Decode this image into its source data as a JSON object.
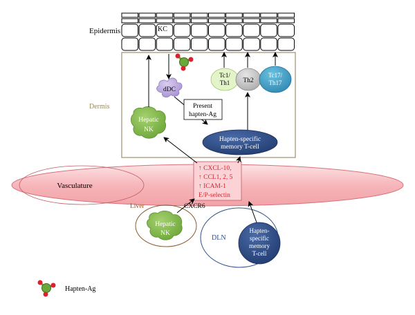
{
  "labels": {
    "epidermis": "Epidermis",
    "kc": "KC",
    "dermis": "Dermis",
    "ddc": "dDC",
    "present_line1": "Present",
    "present_line2": "hapten-Ag",
    "tc1_line1": "Tc1/",
    "tc1_line2": "Th1",
    "th2": "Th2",
    "tc17_line1": "Tc17/",
    "tc17_line2": "Th17",
    "hepatic_nk_line1": "Hepatic",
    "hepatic_nk_line2": "NK",
    "memory_line1": "Hapten-specific",
    "memory_line2": "memory T-cell",
    "vasculature": "Vasculature",
    "chemokine_1": "↑ CXCL-10,",
    "chemokine_2": "↑ CCL1, 2, 5",
    "chemokine_3": "↑ ICAM-1",
    "chemokine_4": "E/P-selectin",
    "liver": "Liver",
    "cxcr6": "CXCR6",
    "liver_nk_line1": "Hepatic",
    "liver_nk_line2": "NK",
    "dln": "DLN",
    "dln_cell_line1": "Hapten-",
    "dln_cell_line2": "specific",
    "dln_cell_line3": "memory",
    "dln_cell_line4": "T-cell",
    "legend_hapten": "Hapten-Ag"
  },
  "colors": {
    "dermis_border": "#9a8f6e",
    "dermis_text": "#9a8a5a",
    "nk_green": "#7db348",
    "ddc_purple": "#b9a6d9",
    "tc1_green": "#e3f5c8",
    "th2_gray": "#c8c8c8",
    "tc17_teal": "#3d9fc6",
    "memory_navy": "#2e4d85",
    "vessel_pink": "#f7c5c8",
    "vessel_edge": "#d9707a",
    "chem_red": "#d9232e",
    "liver_brown": "#8a5a2e",
    "dln_navy": "#2e4d85",
    "hapten_red": "#d9232e",
    "hapten_green": "#6aa83a"
  }
}
